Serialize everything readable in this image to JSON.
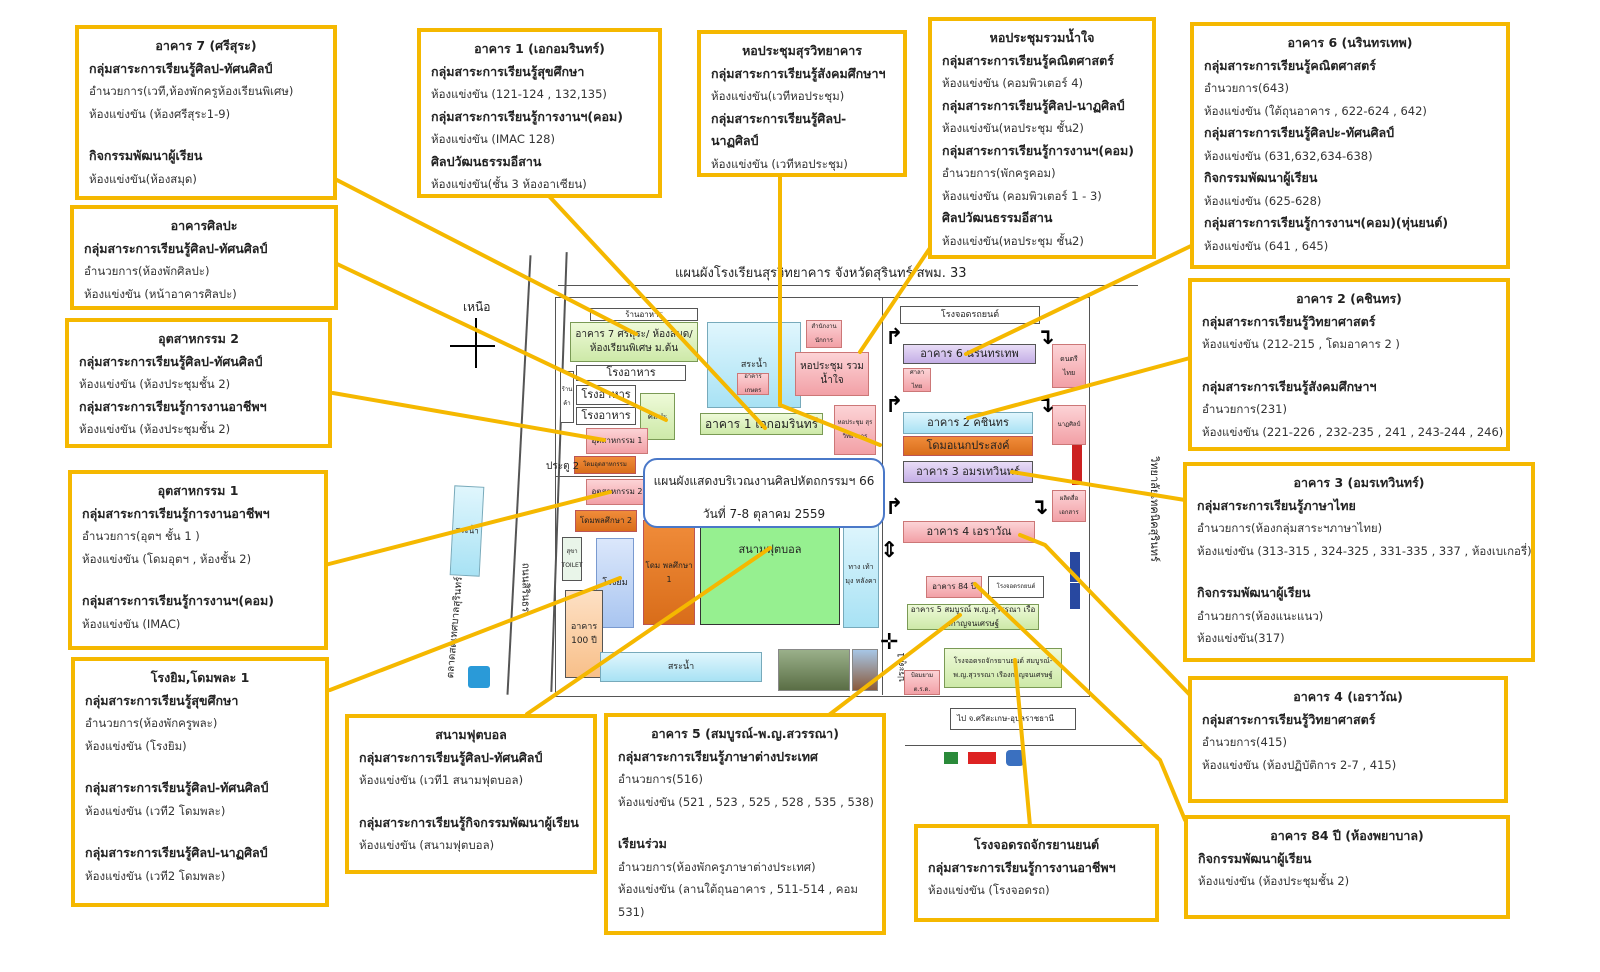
{
  "map": {
    "title": "แผนผังโรงเรียนสุรวิทยาคาร  จังหวัดสุรินทร์ สพม. 33",
    "banner_line1": "แผนผังแสดงบริเวณงานศิลปหัตถกรรมฯ 66",
    "banner_line2": "วันที่ 7-8 ตุลาคม 2559",
    "north_label": "เหนือ",
    "road_west": "ถนนสิรินธร",
    "road_east": "วิทยาลัยเทคนิคสุรินทร์",
    "market": "ตลาดสดเทศบาลสุรินทร์",
    "to_sign": "ไป จ.ศรีสะเกษ-อุบลราชธานี",
    "gate1": "ประตู 1",
    "gate2": "ประตู 2",
    "blocks": {
      "restaurant": "ร้านอาหาร",
      "b7": "อาคาร 7 ศรีสุระ/ ห้องสมุด/ห้องเรียนพิเศษ ม.ต้น",
      "canteen1": "โรงอาหาร",
      "canteen2": "โรงอาหาร",
      "canteen3": "โรงอาหาร",
      "shop": "ร้านค้า",
      "art": "ศิลปะ",
      "ind1": "อุตสาหกรรม 1",
      "ind_dome": "โดมอุตสาหกรรม",
      "ind2": "อุตสาหกรรม 2",
      "pe_dome2": "โดมพลศึกษา 2",
      "toilet": "สุขา TOILET",
      "gym": "โรงยิม",
      "b100": "อาคาร 100 ปี",
      "pool_left": "สระน้ำ",
      "pool_center": "สระน้ำ",
      "pool_bottom": "สระน้ำ",
      "b_hall_small": "อาคาร เกษตร",
      "b1": "อาคาร 1 เอกอมรินทร์",
      "office": "สำนักงาน นักการ",
      "hall": "หอประชุม รวมน้ำใจ",
      "hall2": "หอประชุม สุรวิทยาคาร",
      "pe_dome1": "โดม พลศึกษา 1",
      "football": "สนามฟุตบอล",
      "walkway": "ทาง เท้า มุง หลังคา",
      "parking_car": "โรงจอดรถยนต์",
      "b6": "อาคาร 6 นรินทรเทพ",
      "thai_sala": "ศาลา ไทย",
      "music": "ดนตรี ไทย",
      "b2": "อาคาร 2 คชินทร",
      "multi_dome": "โดมอเนกประสงค์",
      "b3": "อาคาร 3 อมรเทวินทร์",
      "dance": "นาฏศิลป์",
      "print": "ผลิตสื่อ เอกสาร",
      "b4": "อาคาร 4 เอราวัณ",
      "b84": "อาคาร 84 ปี",
      "parking_car2": "โรงจอดรถยนต์",
      "b5": "อาคาร 5 สมบูรณ์ พ.ญ.สุวรรณา เรืองกาญจนเศรษฐ์",
      "guard": "ป้อมยาม ต.ร.ด.",
      "parking_moto": "โรงจอดรถจักรยานยนต์ สมบูรณ์- พ.ญ.สุวรรณา เรืองกาญจนเศรษฐ์"
    }
  },
  "callouts": [
    {
      "id": "b7",
      "title": "อาคาร 7 (ศรีสุระ)",
      "lines": [
        {
          "t": "g",
          "v": "กลุ่มสาระการเรียนรู้ศิลป-ทัศนศิลป์"
        },
        {
          "t": "l",
          "v": "อำนวยการ(เวที,ห้องพักครูห้องเรียนพิเศษ)"
        },
        {
          "t": "l",
          "v": "ห้องแข่งขัน (ห้องศรีสุระ1-9)"
        },
        {
          "t": "s",
          "v": ""
        },
        {
          "t": "g",
          "v": "กิจกรรมพัฒนาผู้เรียน"
        },
        {
          "t": "l",
          "v": "ห้องแข่งขัน(ห้องสมุด)"
        }
      ]
    },
    {
      "id": "b1",
      "title": "อาคาร 1 (เอกอมรินทร์)",
      "lines": [
        {
          "t": "g",
          "v": "กลุ่มสาระการเรียนรู้สุขศึกษา"
        },
        {
          "t": "l",
          "v": "ห้องแข่งขัน (121-124 , 132,135)"
        },
        {
          "t": "g",
          "v": "กลุ่มสาระการเรียนรู้การงานฯ(คอม)"
        },
        {
          "t": "l",
          "v": "ห้องแข่งขัน (IMAC 128)"
        },
        {
          "t": "g",
          "v": "ศิลปวัฒนธรรมอีสาน"
        },
        {
          "t": "l",
          "v": "ห้องแข่งขัน(ชั้น 3 ห้องอาเซียน)"
        }
      ]
    },
    {
      "id": "hall_suravit",
      "title": "หอประชุมสุรวิทยาคาร",
      "lines": [
        {
          "t": "g",
          "v": "กลุ่มสาระการเรียนรู้สังคมศึกษาฯ"
        },
        {
          "t": "l",
          "v": "ห้องแข่งขัน(เวทีหอประชุม)"
        },
        {
          "t": "g",
          "v": "กลุ่มสาระการเรียนรู้ศิลป-นาฏศิลป์"
        },
        {
          "t": "l",
          "v": "ห้องแข่งขัน (เวทีหอประชุม)"
        }
      ]
    },
    {
      "id": "hall_ruam",
      "title": "หอประชุมรวมน้ำใจ",
      "lines": [
        {
          "t": "g",
          "v": "กลุ่มสาระการเรียนรู้คณิตศาสตร์"
        },
        {
          "t": "l",
          "v": "ห้องแข่งขัน (คอมพิวเตอร์ 4)"
        },
        {
          "t": "g",
          "v": "กลุ่มสาระการเรียนรู้ศิลป-นาฏศิลป์"
        },
        {
          "t": "l",
          "v": "ห้องแข่งขัน(หอประชุม ชั้น2)"
        },
        {
          "t": "g",
          "v": "กลุ่มสาระการเรียนรู้การงานฯ(คอม)"
        },
        {
          "t": "l",
          "v": "อำนวยการ(พักครูคอม)"
        },
        {
          "t": "l",
          "v": "ห้องแข่งขัน (คอมพิวเตอร์ 1 - 3)"
        },
        {
          "t": "g",
          "v": "ศิลปวัฒนธรรมอีสาน"
        },
        {
          "t": "l",
          "v": "ห้องแข่งขัน(หอประชุม ชั้น2)"
        }
      ]
    },
    {
      "id": "b6",
      "title": "อาคาร 6 (นรินทรเทพ)",
      "lines": [
        {
          "t": "g",
          "v": "กลุ่มสาระการเรียนรู้คณิตศาสตร์"
        },
        {
          "t": "l",
          "v": "อำนวยการ(643)"
        },
        {
          "t": "l",
          "v": "ห้องแข่งขัน (ใต้ถุนอาคาร , 622-624 , 642)"
        },
        {
          "t": "g",
          "v": "กลุ่มสาระการเรียนรู้ศิลปะ-ทัศนศิลป์"
        },
        {
          "t": "l",
          "v": "ห้องแข่งขัน (631,632,634-638)"
        },
        {
          "t": "g",
          "v": "กิจกรรมพัฒนาผู้เรียน"
        },
        {
          "t": "l",
          "v": "ห้องแข่งขัน (625-628)"
        },
        {
          "t": "g",
          "v": "กลุ่มสาระการเรียนรู้การงานฯ(คอม)(หุ่นยนต์)"
        },
        {
          "t": "l",
          "v": "ห้องแข่งขัน (641 , 645)"
        }
      ]
    },
    {
      "id": "art_bld",
      "title": "อาคารศิลปะ",
      "lines": [
        {
          "t": "g",
          "v": "กลุ่มสาระการเรียนรู้ศิลป-ทัศนศิลป์"
        },
        {
          "t": "l",
          "v": "อำนวยการ(ห้องพักศิลปะ)"
        },
        {
          "t": "l",
          "v": "ห้องแข่งขัน (หน้าอาคารศิลปะ)"
        }
      ]
    },
    {
      "id": "ind2",
      "title": "อุตสาหกรรม 2",
      "lines": [
        {
          "t": "g",
          "v": "กลุ่มสาระการเรียนรู้ศิลป-ทัศนศิลป์"
        },
        {
          "t": "l",
          "v": "ห้องแข่งขัน (ห้องประชุมชั้น 2)"
        },
        {
          "t": "g",
          "v": "กลุ่มสาระการเรียนรู้การงานอาชีพฯ"
        },
        {
          "t": "l",
          "v": "ห้องแข่งขัน (ห้องประชุมชั้น 2)"
        }
      ]
    },
    {
      "id": "b2",
      "title": "อาคาร 2 (คชินทร)",
      "lines": [
        {
          "t": "g",
          "v": "กลุ่มสาระการเรียนรู้วิทยาศาสตร์"
        },
        {
          "t": "l",
          "v": "ห้องแข่งขัน (212-215 , โดมอาคาร 2 )"
        },
        {
          "t": "s",
          "v": ""
        },
        {
          "t": "g",
          "v": "กลุ่มสาระการเรียนรู้สังคมศึกษาฯ"
        },
        {
          "t": "l",
          "v": "อำนวยการ(231)"
        },
        {
          "t": "l",
          "v": "ห้องแข่งขัน (221-226 , 232-235 , 241 , 243-244 , 246)"
        }
      ]
    },
    {
      "id": "ind1",
      "title": "อุตสาหกรรม 1",
      "lines": [
        {
          "t": "g",
          "v": "กลุ่มสาระการเรียนรู้การงานอาชีพฯ"
        },
        {
          "t": "l",
          "v": "อำนวยการ(อุตฯ ชั้น 1 )"
        },
        {
          "t": "l",
          "v": "ห้องแข่งขัน (โดมอุตฯ , ห้องชั้น 2)"
        },
        {
          "t": "s",
          "v": ""
        },
        {
          "t": "g",
          "v": "กลุ่มสาระการเรียนรู้การงานฯ(คอม)"
        },
        {
          "t": "l",
          "v": "ห้องแข่งขัน (IMAC)"
        }
      ]
    },
    {
      "id": "b3",
      "title": "อาคาร 3 (อมรเทวินทร์)",
      "lines": [
        {
          "t": "g",
          "v": "กลุ่มสาระการเรียนรู้ภาษาไทย"
        },
        {
          "t": "l",
          "v": "อำนวยการ(ห้องกลุ่มสาระฯภาษาไทย)"
        },
        {
          "t": "l",
          "v": "ห้องแข่งขัน (313-315 , 324-325 , 331-335 , 337 , ห้องเบเกอรี่)"
        },
        {
          "t": "s",
          "v": ""
        },
        {
          "t": "g",
          "v": "กิจกรรมพัฒนาผู้เรียน"
        },
        {
          "t": "l",
          "v": "อำนวยการ(ห้องแนะแนว)"
        },
        {
          "t": "l",
          "v": "ห้องแข่งขัน(317)"
        }
      ]
    },
    {
      "id": "gym",
      "title": "โรงยิม,โดมพละ 1",
      "lines": [
        {
          "t": "g",
          "v": "กลุ่มสาระการเรียนรู้สุขศึกษา"
        },
        {
          "t": "l",
          "v": "อำนวยการ(ห้องพักครูพละ)"
        },
        {
          "t": "l",
          "v": "ห้องแข่งขัน (โรงยิม)"
        },
        {
          "t": "s",
          "v": ""
        },
        {
          "t": "g",
          "v": "กลุ่มสาระการเรียนรู้ศิลป-ทัศนศิลป์"
        },
        {
          "t": "l",
          "v": "ห้องแข่งขัน (เวที2 โดมพละ)"
        },
        {
          "t": "s",
          "v": ""
        },
        {
          "t": "g",
          "v": "กลุ่มสาระการเรียนรู้ศิลป-นาฏศิลป์"
        },
        {
          "t": "l",
          "v": "ห้องแข่งขัน (เวที2 โดมพละ)"
        }
      ]
    },
    {
      "id": "football",
      "title": "สนามฟุตบอล",
      "lines": [
        {
          "t": "g",
          "v": "กลุ่มสาระการเรียนรู้ศิลป-ทัศนศิลป์"
        },
        {
          "t": "l",
          "v": "ห้องแข่งขัน (เวที1 สนามฟุตบอล)"
        },
        {
          "t": "s",
          "v": ""
        },
        {
          "t": "g",
          "v": "กลุ่มสาระการเรียนรู้กิจกรรมพัฒนาผู้เรียน"
        },
        {
          "t": "l",
          "v": "ห้องแข่งขัน (สนามฟุตบอล)"
        }
      ]
    },
    {
      "id": "b5",
      "title": "อาคาร 5 (สมบูรณ์-พ.ญ.สวรรณา)",
      "lines": [
        {
          "t": "g",
          "v": "กลุ่มสาระการเรียนรู้ภาษาต่างประเทศ"
        },
        {
          "t": "l",
          "v": "อำนวยการ(516)"
        },
        {
          "t": "l",
          "v": "ห้องแข่งขัน (521 , 523 , 525 , 528 , 535 , 538)"
        },
        {
          "t": "s",
          "v": ""
        },
        {
          "t": "g",
          "v": "เรียนร่วม"
        },
        {
          "t": "l",
          "v": "อำนวยการ(ห้องพักครูภาษาต่างประเทศ)"
        },
        {
          "t": "l",
          "v": "ห้องแข่งขัน (ลานใต้ถุนอาคาร , 511-514 , คอม"
        },
        {
          "t": "l",
          "v": "531)"
        }
      ]
    },
    {
      "id": "moto",
      "title": "โรงจอดรถจักรยานยนต์",
      "lines": [
        {
          "t": "g",
          "v": "กลุ่มสาระการเรียนรู้การงานอาชีพฯ"
        },
        {
          "t": "l",
          "v": "ห้องแข่งขัน (โรงจอดรถ)"
        }
      ]
    },
    {
      "id": "b4",
      "title": "อาคาร 4 (เอราวัณ)",
      "lines": [
        {
          "t": "g",
          "v": "กลุ่มสาระการเรียนรู้วิทยาศาสตร์"
        },
        {
          "t": "l",
          "v": "อำนวยการ(415)"
        },
        {
          "t": "l",
          "v": "ห้องแข่งขัน (ห้องปฏิบัติการ 2-7 , 415)"
        }
      ]
    },
    {
      "id": "b84",
      "title": "อาคาร 84 ปี (ห้องพยาบาล)",
      "lines": [
        {
          "t": "g",
          "v": "กิจกรรมพัฒนาผู้เรียน"
        },
        {
          "t": "l",
          "v": "ห้องแข่งขัน (ห้องประชุมชั้น 2)"
        }
      ]
    }
  ],
  "colors": {
    "callout_border": "#f5b800",
    "leader": "#f5b800",
    "banner_border": "#4a78c8"
  }
}
